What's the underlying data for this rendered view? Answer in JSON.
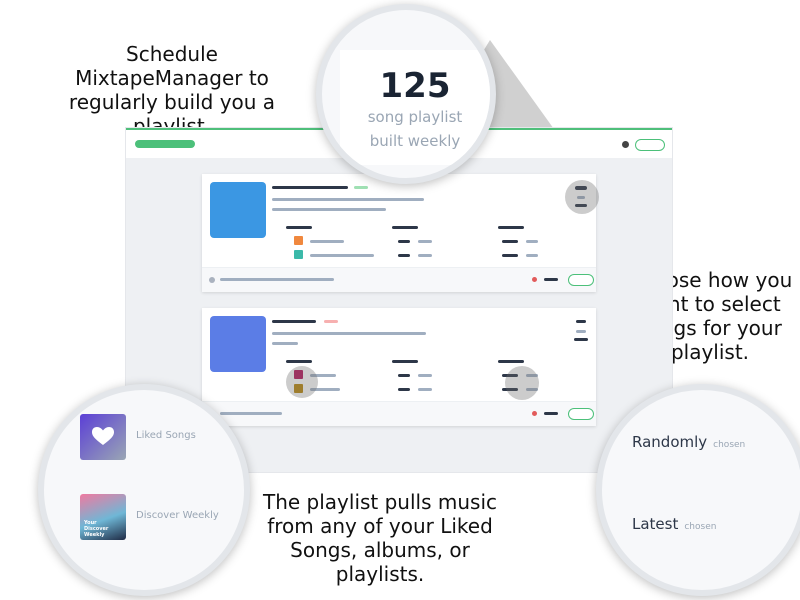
{
  "captions": {
    "schedule": "Schedule MixtapeManager to regularly build you a playlist.",
    "select": "Choose how you want to select songs for your playlist.",
    "pulls": "The  playlist pulls music from any of your Liked Songs, albums, or playlists."
  },
  "stat": {
    "number": "125",
    "line1": "song playlist",
    "line2": "built weekly"
  },
  "sources": [
    {
      "label": "Liked Songs",
      "icon": "heart-icon"
    },
    {
      "label": "Discover Weekly",
      "icon": "album-cover",
      "cover_text": "Your Discover Weekly"
    }
  ],
  "options": [
    {
      "label": "Randomly",
      "tag": "chosen"
    },
    {
      "label": "Latest",
      "tag": "chosen"
    }
  ],
  "colors": {
    "accent": "#4cc07a",
    "card1_thumb": "#3b97e3",
    "card2_thumb": "#5b7de6",
    "status_red": "#e25b5b"
  }
}
